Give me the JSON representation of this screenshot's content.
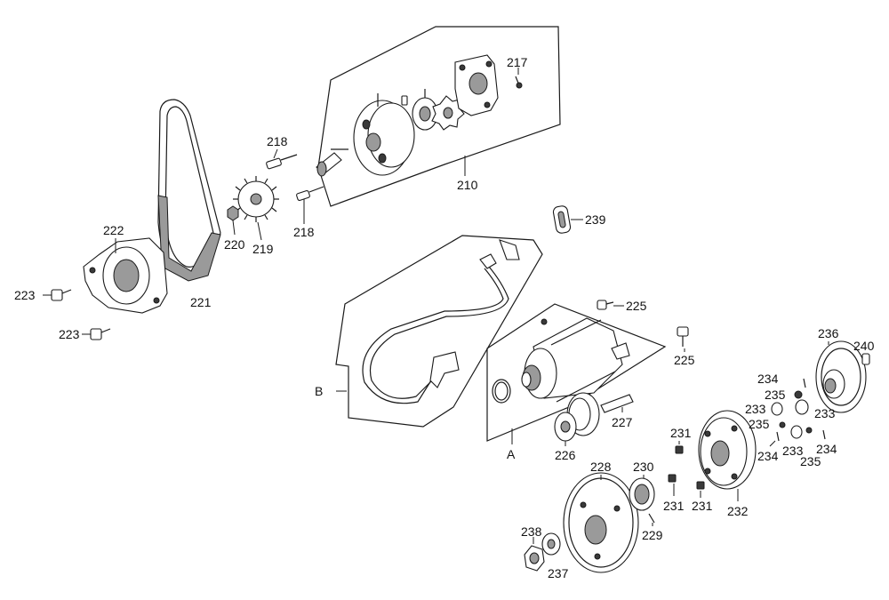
{
  "diagram": {
    "type": "exploded parts diagram",
    "colors": {
      "line": "#1a1a1a",
      "shade": "#9a9a9a",
      "background": "#ffffff"
    },
    "labels": {
      "p210": "210",
      "p217": "217",
      "p218a": "218",
      "p218b": "218",
      "p219": "219",
      "p220": "220",
      "p221": "221",
      "p222": "222",
      "p223a": "223",
      "p223b": "223",
      "p225a": "225",
      "p225b": "225",
      "p226": "226",
      "p227": "227",
      "p228": "228",
      "p229": "229",
      "p230": "230",
      "p231a": "231",
      "p231b": "231",
      "p231c": "231",
      "p232": "232",
      "p233a": "233",
      "p233b": "233",
      "p233c": "233",
      "p234a": "234",
      "p234b": "234",
      "p234c": "234",
      "p235a": "235",
      "p235b": "235",
      "p235c": "235",
      "p236": "236",
      "p237": "237",
      "p238": "238",
      "p239": "239",
      "p240": "240",
      "groupA": "A",
      "groupB": "B"
    }
  }
}
